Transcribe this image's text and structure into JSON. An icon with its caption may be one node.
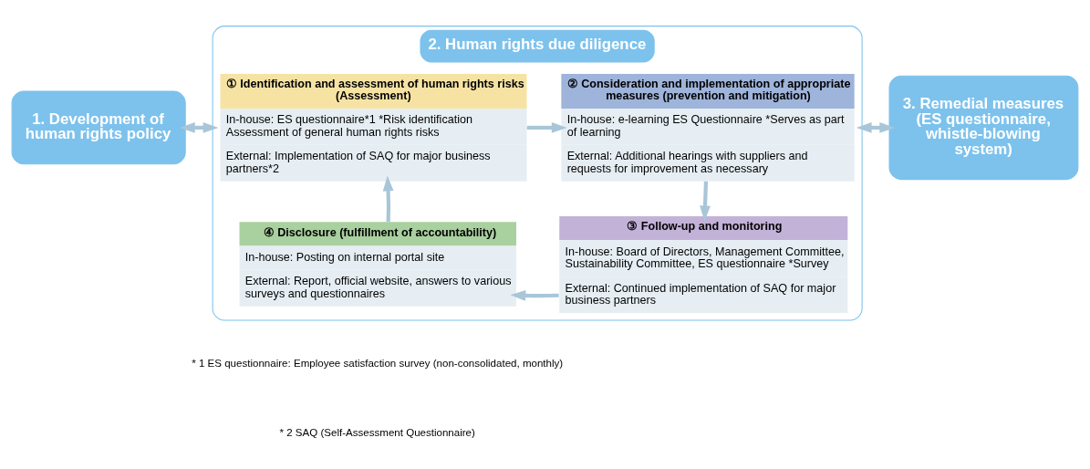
{
  "diagram": {
    "nodes": [
      {
        "text": [
          "1. Development of human rights policy"
        ]
      },
      {
        "text": [
          "2. Human rights due diligence"
        ]
      },
      {
        "text": [
          "① Identification and assessment of human rights risks (Assessment)",
          "In-house: ES questionnaire*1 *Risk identification Assessment of general human rights risks",
          "External: Implementation of SAQ for major business partners*2"
        ],
        "in": 1
      },
      {
        "text": [
          "② Consideration and implementation of appropriate measures (prevention and mitigation)",
          "In-house: e-learning ES Questionnaire *Serves as part of learning",
          "External: Additional hearings with suppliers and requests for improvement as necessary"
        ],
        "in": 1
      },
      {
        "text": [
          "③ Follow-up and monitoring",
          "In-house: Board of Directors, Management Committee, Sustainability Committee, ES questionnaire *Survey",
          "External: Continued implementation of SAQ for major business partners"
        ],
        "in": 1
      },
      {
        "text": [
          "④ Disclosure (fulfillment of accountability)",
          "In-house: Posting on internal portal site",
          "External: Report, official website, answers to various surveys and questionnaires"
        ],
        "in": 1
      },
      {
        "text": [
          "3. Remedial measures (ES questionnaire, whistle-blowing system)"
        ]
      }
    ],
    "edges": [
      {
        "from": 0,
        "to": 1,
        "arrow": "both"
      },
      {
        "from": 2,
        "to": 3,
        "arrow": "to"
      },
      {
        "from": 3,
        "to": 4,
        "arrow": "to"
      },
      {
        "from": 4,
        "to": 5,
        "arrow": "to"
      },
      {
        "from": 5,
        "to": 2,
        "arrow": "to"
      },
      {
        "from": 1,
        "to": 6,
        "arrow": "both"
      }
    ],
    "labels": [
      "* 1 ES questionnaire: Employee satisfaction survey (non-consolidated, monthly)",
      "* 2 SAQ (Self-Assessment Questionnaire)"
    ]
  }
}
